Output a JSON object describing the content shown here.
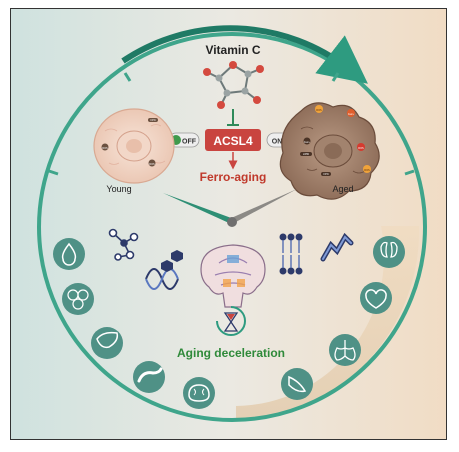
{
  "figure": {
    "inhibitor_label": "Vitamin C",
    "enzyme_label": "ACSL4",
    "off_label": "OFF",
    "on_label": "ON",
    "process_label": "Ferro-aging",
    "young_label": "Young",
    "aged_label": "Aged",
    "outcome_label": "Aging deceleration"
  },
  "young_cell_marks": [
    "ROS",
    "ROS",
    "FPN"
  ],
  "aged_cell_marks": [
    "ROS",
    "Fe2+",
    "Fe2+",
    "LIPID",
    "ROS",
    "FPN",
    "ROS"
  ],
  "organ_icons": [
    "blood-drop-icon",
    "cells-icon",
    "liver-icon",
    "pancreas-icon",
    "brain-icon",
    "muscle-icon",
    "lungs-icon",
    "heart-icon",
    "kidney-icon"
  ],
  "molecular_icons": [
    "molecule-network-icon",
    "dna-icon",
    "brain-section-icon",
    "lipid-membrane-icon",
    "protein-icon"
  ],
  "colors": {
    "teal": "#2e9b80",
    "teal_dark": "#1f7a65",
    "enzyme_red": "#c9443f",
    "inhibitor_green": "#2f8a5a",
    "background_left": "#d6e5e2",
    "background_right": "#ecdcc8",
    "organ_disc": "#4f9186"
  }
}
